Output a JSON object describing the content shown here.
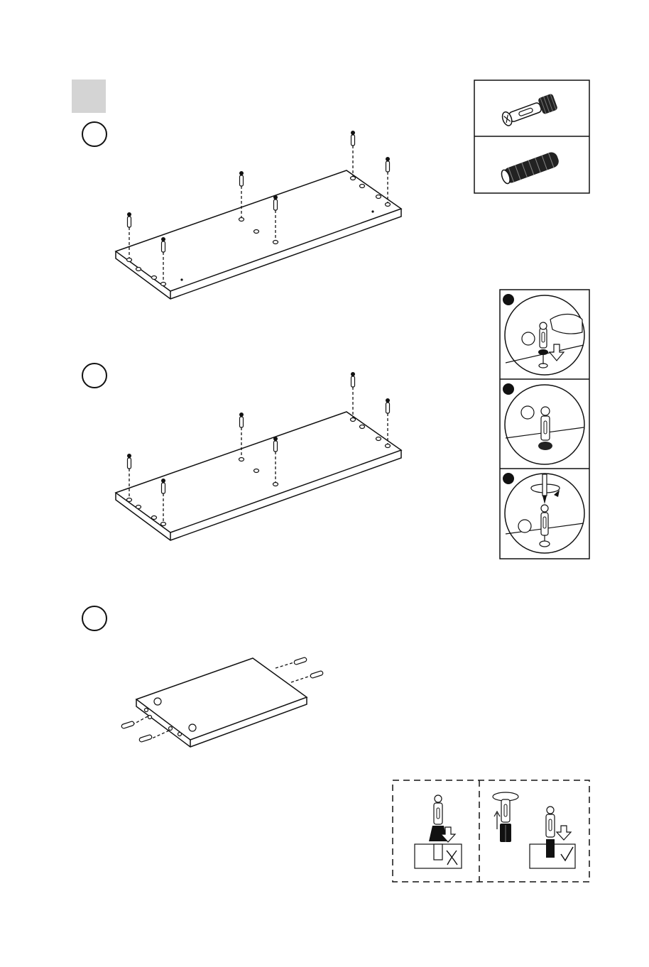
{
  "colors": {
    "line": "#111111",
    "step_square": "#d4d4d4",
    "background": "#ffffff"
  },
  "steps": [
    {
      "marker": "circle"
    },
    {
      "marker": "circle"
    },
    {
      "marker": "circle"
    }
  ],
  "legend_parts": [
    "cam-bolt-icon",
    "wooden-dowel-icon"
  ],
  "detail_steps": [
    {
      "marker": "filled-dot"
    },
    {
      "marker": "filled-dot"
    },
    {
      "marker": "filled-dot"
    }
  ],
  "correct_usage": [
    {
      "marker": "cross-mark-icon",
      "verdict": "wrong"
    },
    {
      "marker": "check-mark-icon",
      "verdict": "right"
    }
  ]
}
